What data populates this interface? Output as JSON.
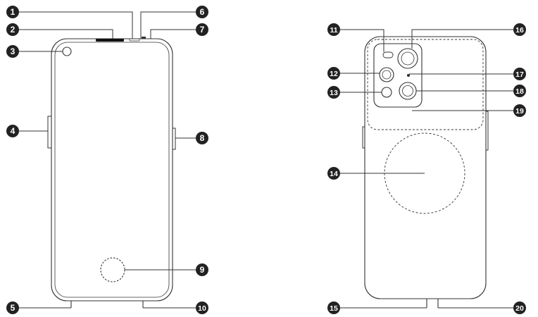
{
  "callouts": [
    {
      "id": "1",
      "label": "1"
    },
    {
      "id": "2",
      "label": "2"
    },
    {
      "id": "3",
      "label": "3"
    },
    {
      "id": "4",
      "label": "4"
    },
    {
      "id": "5",
      "label": "5"
    },
    {
      "id": "6",
      "label": "6"
    },
    {
      "id": "7",
      "label": "7"
    },
    {
      "id": "8",
      "label": "8"
    },
    {
      "id": "9",
      "label": "9"
    },
    {
      "id": "10",
      "label": "10"
    },
    {
      "id": "11",
      "label": "11"
    },
    {
      "id": "12",
      "label": "12"
    },
    {
      "id": "13",
      "label": "13"
    },
    {
      "id": "14",
      "label": "14"
    },
    {
      "id": "15",
      "label": "15"
    },
    {
      "id": "16",
      "label": "16"
    },
    {
      "id": "17",
      "label": "17"
    },
    {
      "id": "18",
      "label": "18"
    },
    {
      "id": "19",
      "label": "19"
    },
    {
      "id": "20",
      "label": "20"
    }
  ],
  "colors": {
    "line": "#333333",
    "badge": "#222222",
    "badge_text": "#ffffff"
  }
}
